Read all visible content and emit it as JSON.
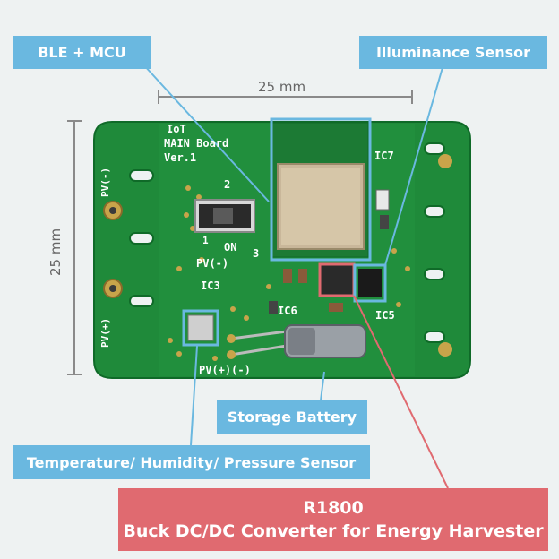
{
  "labels": {
    "ble_mcu": "BLE + MCU",
    "illuminance": "Illuminance Sensor",
    "storage_battery": "Storage Battery",
    "temp_sensor": "Temperature/ Humidity/ Pressure Sensor",
    "r1800_title": "R1800",
    "r1800_sub": "Buck DC/DC Converter for Energy Harvester"
  },
  "dimensions": {
    "width": "25 mm",
    "height": "25 mm"
  },
  "silkscreen": {
    "board_name_1": "IoT",
    "board_name_2": "MAIN Board",
    "board_name_3": "Ver.1",
    "ic7": "IC7",
    "ic3": "IC3",
    "ic5": "IC5",
    "ic6": "IC6",
    "pv_minus_left": "PV(-)",
    "pv_plus_left": "PV(+)",
    "pv_minus_mid": "PV(-)",
    "pv_bottom": "PV(+)(-)",
    "switch_on": "ON",
    "num_1": "1",
    "num_2": "2",
    "num_3": "3"
  },
  "colors": {
    "callout_blue": "#6ab8e0",
    "callout_red": "#e06a70",
    "pcb_green": "#1f8a3a"
  }
}
